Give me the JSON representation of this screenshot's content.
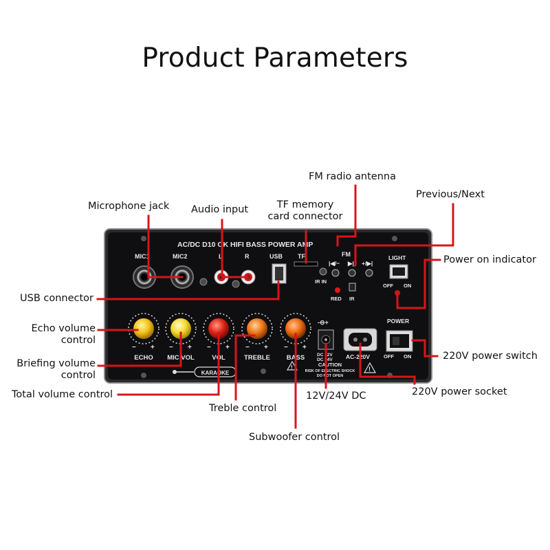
{
  "title": "Product Parameters",
  "callouts": {
    "fm_antenna": "FM radio antenna",
    "previous_next": "Previous/Next",
    "microphone_jack": "Microphone jack",
    "audio_input": "Audio input",
    "tf_card_line1": "TF memory",
    "tf_card_line2": "card connector",
    "power_indicator": "Power on indicator",
    "usb_connector": "USB connector",
    "echo_line1": "Echo volume",
    "echo_line2": "control",
    "briefing_line1": "Briefing volume",
    "briefing_line2": "control",
    "total_volume": "Total volume control",
    "treble": "Treble control",
    "subwoofer": "Subwoofer control",
    "dc_input": "12V/24V DC",
    "power_switch": "220V power switch",
    "power_socket": "220V power socket"
  },
  "panel": {
    "header": "AC/DC   D10 OK   HIFI     BASS  POWER  AMP",
    "mic1": "MIC1",
    "mic2": "MIC2",
    "l": "L",
    "r": "R",
    "usb": "USB",
    "tf": "TF",
    "fm": "FM",
    "ir_in": "IR IN",
    "prev_btn": "|◀/−",
    "play_btn": "▶||",
    "next_btn": "+/▶|",
    "red": "RED",
    "ir": "IR",
    "light": "LIGHT",
    "off": "OFF",
    "on": "ON",
    "power": "POWER",
    "echo": "ECHO",
    "mic_vol": "MIC VOL",
    "vol": "VOL",
    "treble": "TREBLE",
    "bass": "BASS",
    "minus": "−",
    "plus": "+",
    "dc_symbol": "-⊖+",
    "dc_line1": "DC 12V",
    "dc_line2": "DC 24V",
    "ac": "AC-220V",
    "karaoke": "KARAOKE",
    "caution": "CAUTION",
    "caution_line1": "RISK OF ELECTRIC SHOCK",
    "caution_line2": "DO NOT OPEN",
    "warn_mark": "!"
  },
  "colors": {
    "callout_line": "#d8141c",
    "panel_body": "#101012",
    "panel_border": "#8a8a8a",
    "knob_echo": "#f3c21a",
    "knob_mic": "#f5d830",
    "knob_vol": "#e02418",
    "knob_treble": "#f07818",
    "knob_bass": "#f06a10"
  }
}
